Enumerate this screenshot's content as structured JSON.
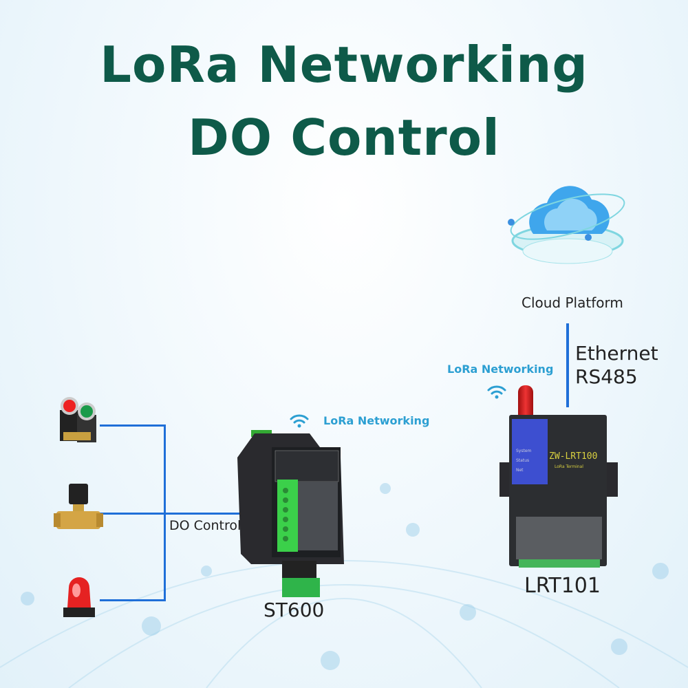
{
  "title": {
    "line1": "LoRa Networking",
    "line2": "DO Control"
  },
  "cloud": {
    "label": "Cloud Platform"
  },
  "uplink": {
    "line1": "Ethernet",
    "line2": "RS485"
  },
  "lora_labels": {
    "gateway": "LoRa Networking",
    "node": "LoRa Networking"
  },
  "do_control": "DO Control",
  "st600": {
    "label": "ST600"
  },
  "lrt": {
    "label": "LRT101",
    "model": "ZW-LRT100",
    "subtitle": "LoRa Terminal",
    "leds": [
      "System",
      "Status",
      "Net"
    ]
  },
  "colors": {
    "title": "#0e5a49",
    "line": "#1f6fd8",
    "lora": "#2c9fd2"
  }
}
